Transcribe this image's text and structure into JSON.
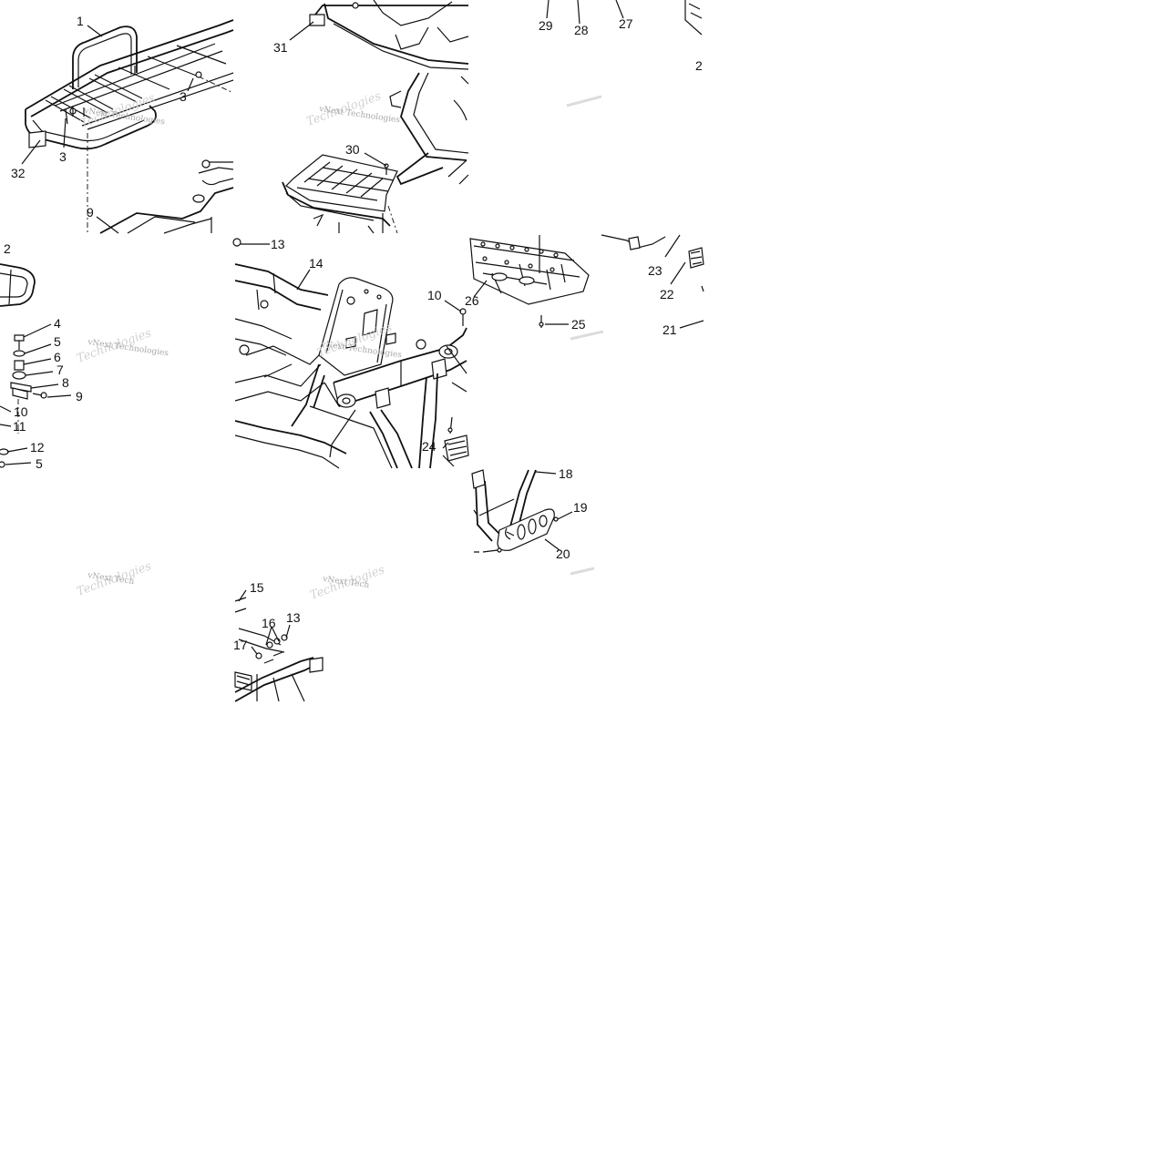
{
  "callouts": {
    "c1": "1",
    "c2": "2",
    "c2b": "2",
    "c3a": "3",
    "c3b": "3",
    "c4": "4",
    "c5a": "5",
    "c5b": "5",
    "c6": "6",
    "c7": "7",
    "c8": "8",
    "c9a": "9",
    "c9b": "9",
    "c10a": "10",
    "c10b": "10",
    "c11": "11",
    "c12": "12",
    "c13a": "13",
    "c13b": "13",
    "c14": "14",
    "c15": "15",
    "c16": "16",
    "c17": "17",
    "c18": "18",
    "c19": "19",
    "c20": "20",
    "c21": "21",
    "c22": "22",
    "c23": "23",
    "c24": "24",
    "c25": "25",
    "c26": "26",
    "c27": "27",
    "c28": "28",
    "c29": "29",
    "c30": "30",
    "c31": "31",
    "c32": "32"
  },
  "watermark": {
    "line1": "vNext Technologies",
    "line2": "Technologies",
    "short": "vNext Tech"
  }
}
